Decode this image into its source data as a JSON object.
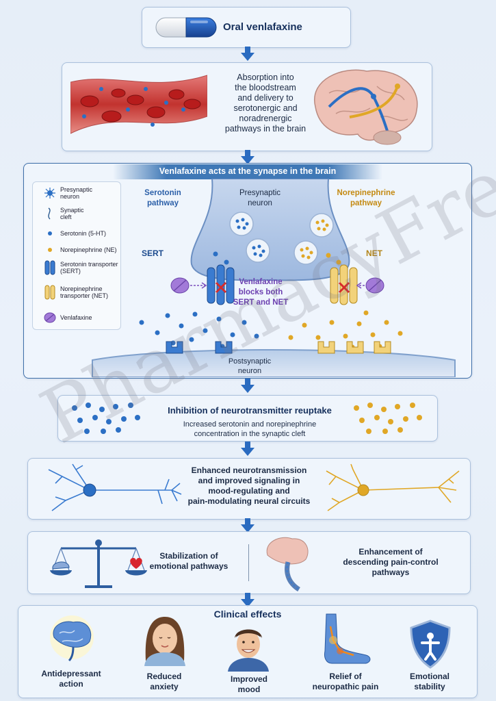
{
  "step1": {
    "title": "Oral venlafaxine"
  },
  "step2": {
    "lines": [
      "Absorption into",
      "the bloodstream",
      "and delivery to",
      "serotonergic and",
      "noradrenergic",
      "pathways in the brain"
    ]
  },
  "synapse": {
    "title": "Venlafaxine acts at the synapse in the brain",
    "serotonin_pathway": [
      "Serotonin",
      "pathway"
    ],
    "presynaptic": [
      "Presynaptic",
      "neuron"
    ],
    "norepinephrine_pathway": [
      "Norepinephrine",
      "pathway"
    ],
    "sert": "SERT",
    "net": "NET",
    "blocks": [
      "Venlafaxine",
      "blocks both",
      "SERT and NET"
    ],
    "postsynaptic": [
      "Postsynaptic",
      "neuron"
    ],
    "legend": [
      {
        "icon": "presynaptic-neuron-icon",
        "lines": [
          "Presynaptic",
          "neuron"
        ]
      },
      {
        "icon": "synaptic-cleft-icon",
        "lines": [
          "Synaptic",
          "cleft"
        ]
      },
      {
        "icon": "serotonin-dot-icon",
        "lines": [
          "Serotonin (5-HT)"
        ]
      },
      {
        "icon": "norepinephrine-dot-icon",
        "lines": [
          "Norepinephrine (NE)"
        ]
      },
      {
        "icon": "sert-icon",
        "lines": [
          "Serotonin transporter",
          "(SERT)"
        ]
      },
      {
        "icon": "net-icon",
        "lines": [
          "Norepinephrine",
          "transporter (NET)"
        ]
      },
      {
        "icon": "venlafaxine-pill-icon",
        "lines": [
          "Venlafaxine"
        ]
      }
    ]
  },
  "step4": {
    "title": "Inhibition of neurotransmitter reuptake",
    "sub": [
      "Increased serotonin and norepinephrine",
      "concentration in the synaptic cleft"
    ]
  },
  "step5": {
    "lines": [
      "Enhanced neurotransmission",
      "and improved signaling in",
      "mood-regulating and",
      "pain-modulating neural circuits"
    ]
  },
  "step6": {
    "left": [
      "Stabilization of",
      "emotional pathways"
    ],
    "right": [
      "Enhancement of",
      "descending pain-control",
      "pathways"
    ]
  },
  "clinical": {
    "title": "Clinical effects",
    "items": [
      {
        "icon": "glowing-brain-icon",
        "lines": [
          "Antidepressant",
          "action"
        ]
      },
      {
        "icon": "calm-woman-icon",
        "lines": [
          "Reduced",
          "anxiety"
        ]
      },
      {
        "icon": "smiling-man-icon",
        "lines": [
          "Improved",
          "mood"
        ]
      },
      {
        "icon": "foot-pain-icon",
        "lines": [
          "Relief of",
          "neuropathic pain"
        ]
      },
      {
        "icon": "shield-person-icon",
        "lines": [
          "Emotional",
          "stability"
        ]
      }
    ]
  },
  "watermark": "PharmacyFreak",
  "colors": {
    "serotonin": "#2b6fc4",
    "norepinephrine": "#e0a726",
    "venlafaxine": "#8a5cc7",
    "arrow": "#2a6bc0"
  }
}
